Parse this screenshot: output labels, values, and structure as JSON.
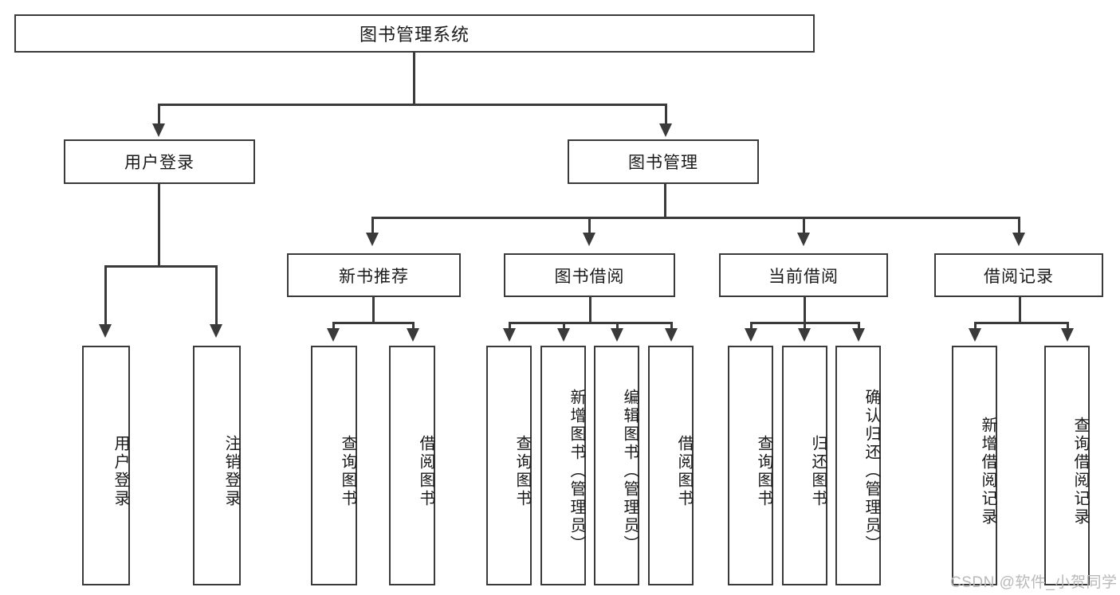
{
  "diagram": {
    "title": "图书管理系统",
    "type": "tree-hierarchy",
    "colors": {
      "stroke": "#3a3a3a",
      "fill": "#ffffff",
      "text": "#1a1a1a",
      "watermark": "#b9b9b9"
    },
    "root": {
      "label": "图书管理系统"
    },
    "level2": [
      {
        "label": "用户登录"
      },
      {
        "label": "图书管理"
      }
    ],
    "level3": [
      {
        "label": "新书推荐"
      },
      {
        "label": "图书借阅"
      },
      {
        "label": "当前借阅"
      },
      {
        "label": "借阅记录"
      }
    ],
    "leaves": {
      "user_login": [
        {
          "label": "用户登录"
        },
        {
          "label": "注销登录"
        }
      ],
      "new_book_recommend": [
        {
          "label": "查询图书"
        },
        {
          "label": "借阅图书"
        }
      ],
      "book_borrow": [
        {
          "label": "查询图书"
        },
        {
          "label": "新增图书（管理员）"
        },
        {
          "label": "编辑图书（管理员）"
        },
        {
          "label": "借阅图书"
        }
      ],
      "current_borrow": [
        {
          "label": "查询图书"
        },
        {
          "label": "归还图书"
        },
        {
          "label": "确认归还（管理员）"
        }
      ],
      "borrow_record": [
        {
          "label": "新增借阅记录"
        },
        {
          "label": "查询借阅记录"
        }
      ]
    }
  },
  "watermark": {
    "text": "CSDN @软件_小贺同学"
  }
}
